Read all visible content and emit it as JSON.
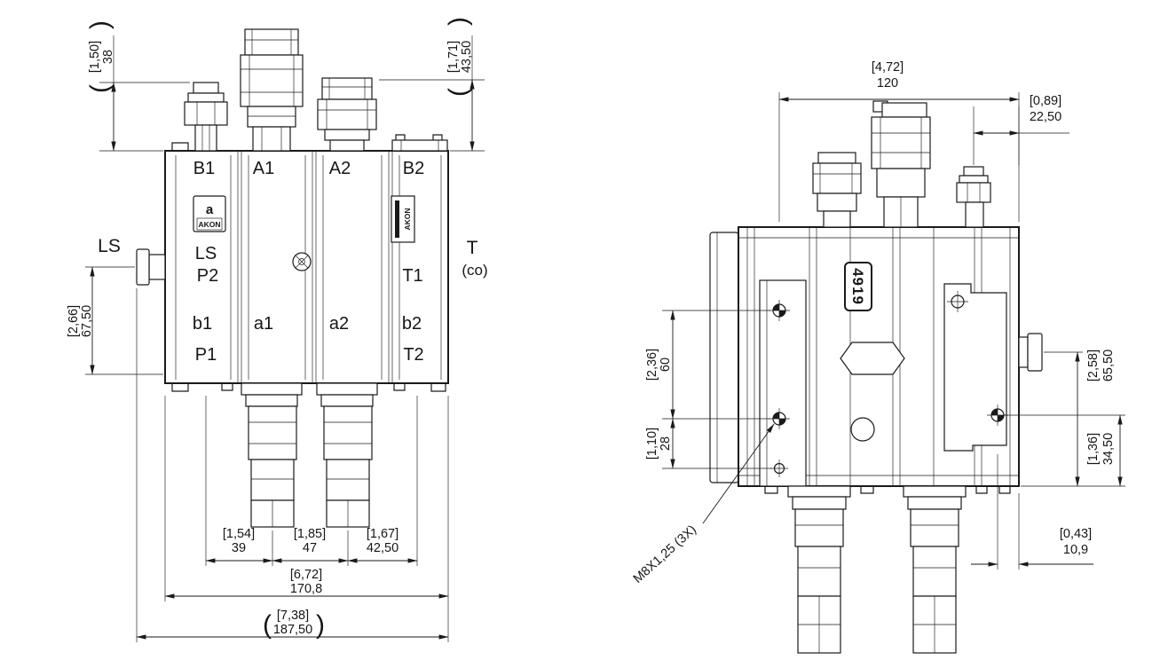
{
  "drawing": {
    "glyphs": {
      "paren_open": "(",
      "paren_close": ")"
    },
    "front_view": {
      "ports_top": [
        "B1",
        "A1",
        "A2",
        "B2"
      ],
      "ports_bottom": [
        "b1",
        "a1",
        "a2",
        "b2"
      ],
      "label_ls": "LS",
      "label_p2": "P2",
      "label_t1": "T1",
      "label_p1": "P1",
      "label_t2": "T2",
      "ext_ls": "LS",
      "ext_t": "T",
      "ext_co": "(co)",
      "logo_mark": "a",
      "logo_text": "AKON",
      "side_label_text": "AKON",
      "dims": {
        "top_left": {
          "inch": "[1,50]",
          "mm": "38"
        },
        "top_right": {
          "inch": "[1,71]",
          "mm": "43,50"
        },
        "left": {
          "inch": "[2,66]",
          "mm": "67,50"
        },
        "spacing_1": {
          "inch": "[1,54]",
          "mm": "39"
        },
        "spacing_2": {
          "inch": "[1,85]",
          "mm": "47"
        },
        "spacing_3": {
          "inch": "[1,67]",
          "mm": "42,50"
        },
        "overall_body": {
          "inch": "[6,72]",
          "mm": "170,8"
        },
        "overall_total": {
          "inch": "[7,38]",
          "mm": "187,50"
        }
      }
    },
    "side_view": {
      "tag": "4919",
      "thread_note": "M8X1,25 (3X)",
      "dims": {
        "top_width": {
          "inch": "[4,72]",
          "mm": "120"
        },
        "port_offset": {
          "inch": "[0,89]",
          "mm": "22,50"
        },
        "hole_spacing_upper": {
          "inch": "[2,36]",
          "mm": "60"
        },
        "hole_spacing_lower": {
          "inch": "[1,10]",
          "mm": "28"
        },
        "right_upper": {
          "inch": "[2,58]",
          "mm": "65,50"
        },
        "right_lower": {
          "inch": "[1,36]",
          "mm": "34,50"
        },
        "edge_offset": {
          "inch": "[0,43]",
          "mm": "10,9"
        }
      }
    }
  }
}
